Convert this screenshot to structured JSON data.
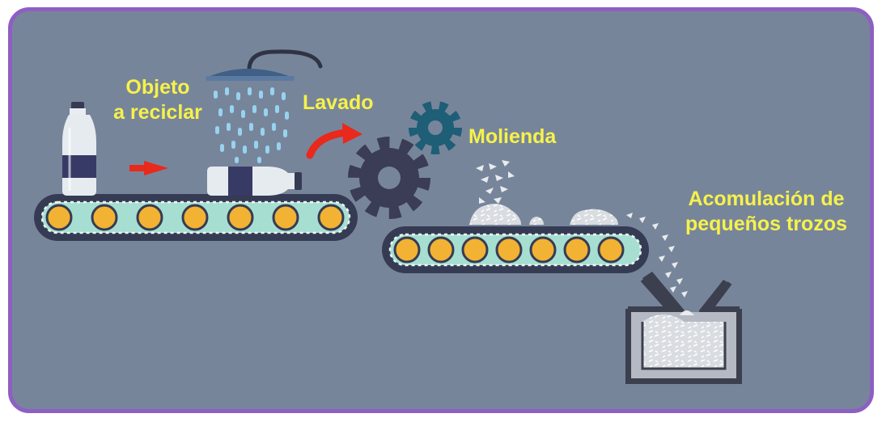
{
  "labels": {
    "object_line1": "Objeto",
    "object_line2": "a reciclar",
    "washing": "Lavado",
    "grinding": "Molienda",
    "accumulation_line1": "Acomulación de",
    "accumulation_line2": "pequeños trozos"
  },
  "icons": [
    "plastic-bottle-icon",
    "shower-head-icon",
    "water-drops-icon",
    "arrow-right-icon",
    "curved-arrow-icon",
    "gear-large-icon",
    "gear-small-icon",
    "conveyor-belt-icon",
    "plastic-flakes-icon",
    "collection-bin-icon"
  ],
  "colors": {
    "background": "#77859b",
    "border": "#8e5fc2",
    "label_text": "#f6f24a",
    "belt_dark": "#363b54",
    "belt_mint": "#a6dfd1",
    "roller": "#f2b233",
    "gear_dark": "#3a3d55",
    "gear_teal": "#1e5e76",
    "arrow_red": "#e8291c",
    "water": "#97d3ef",
    "bottle_label": "#383a66"
  }
}
